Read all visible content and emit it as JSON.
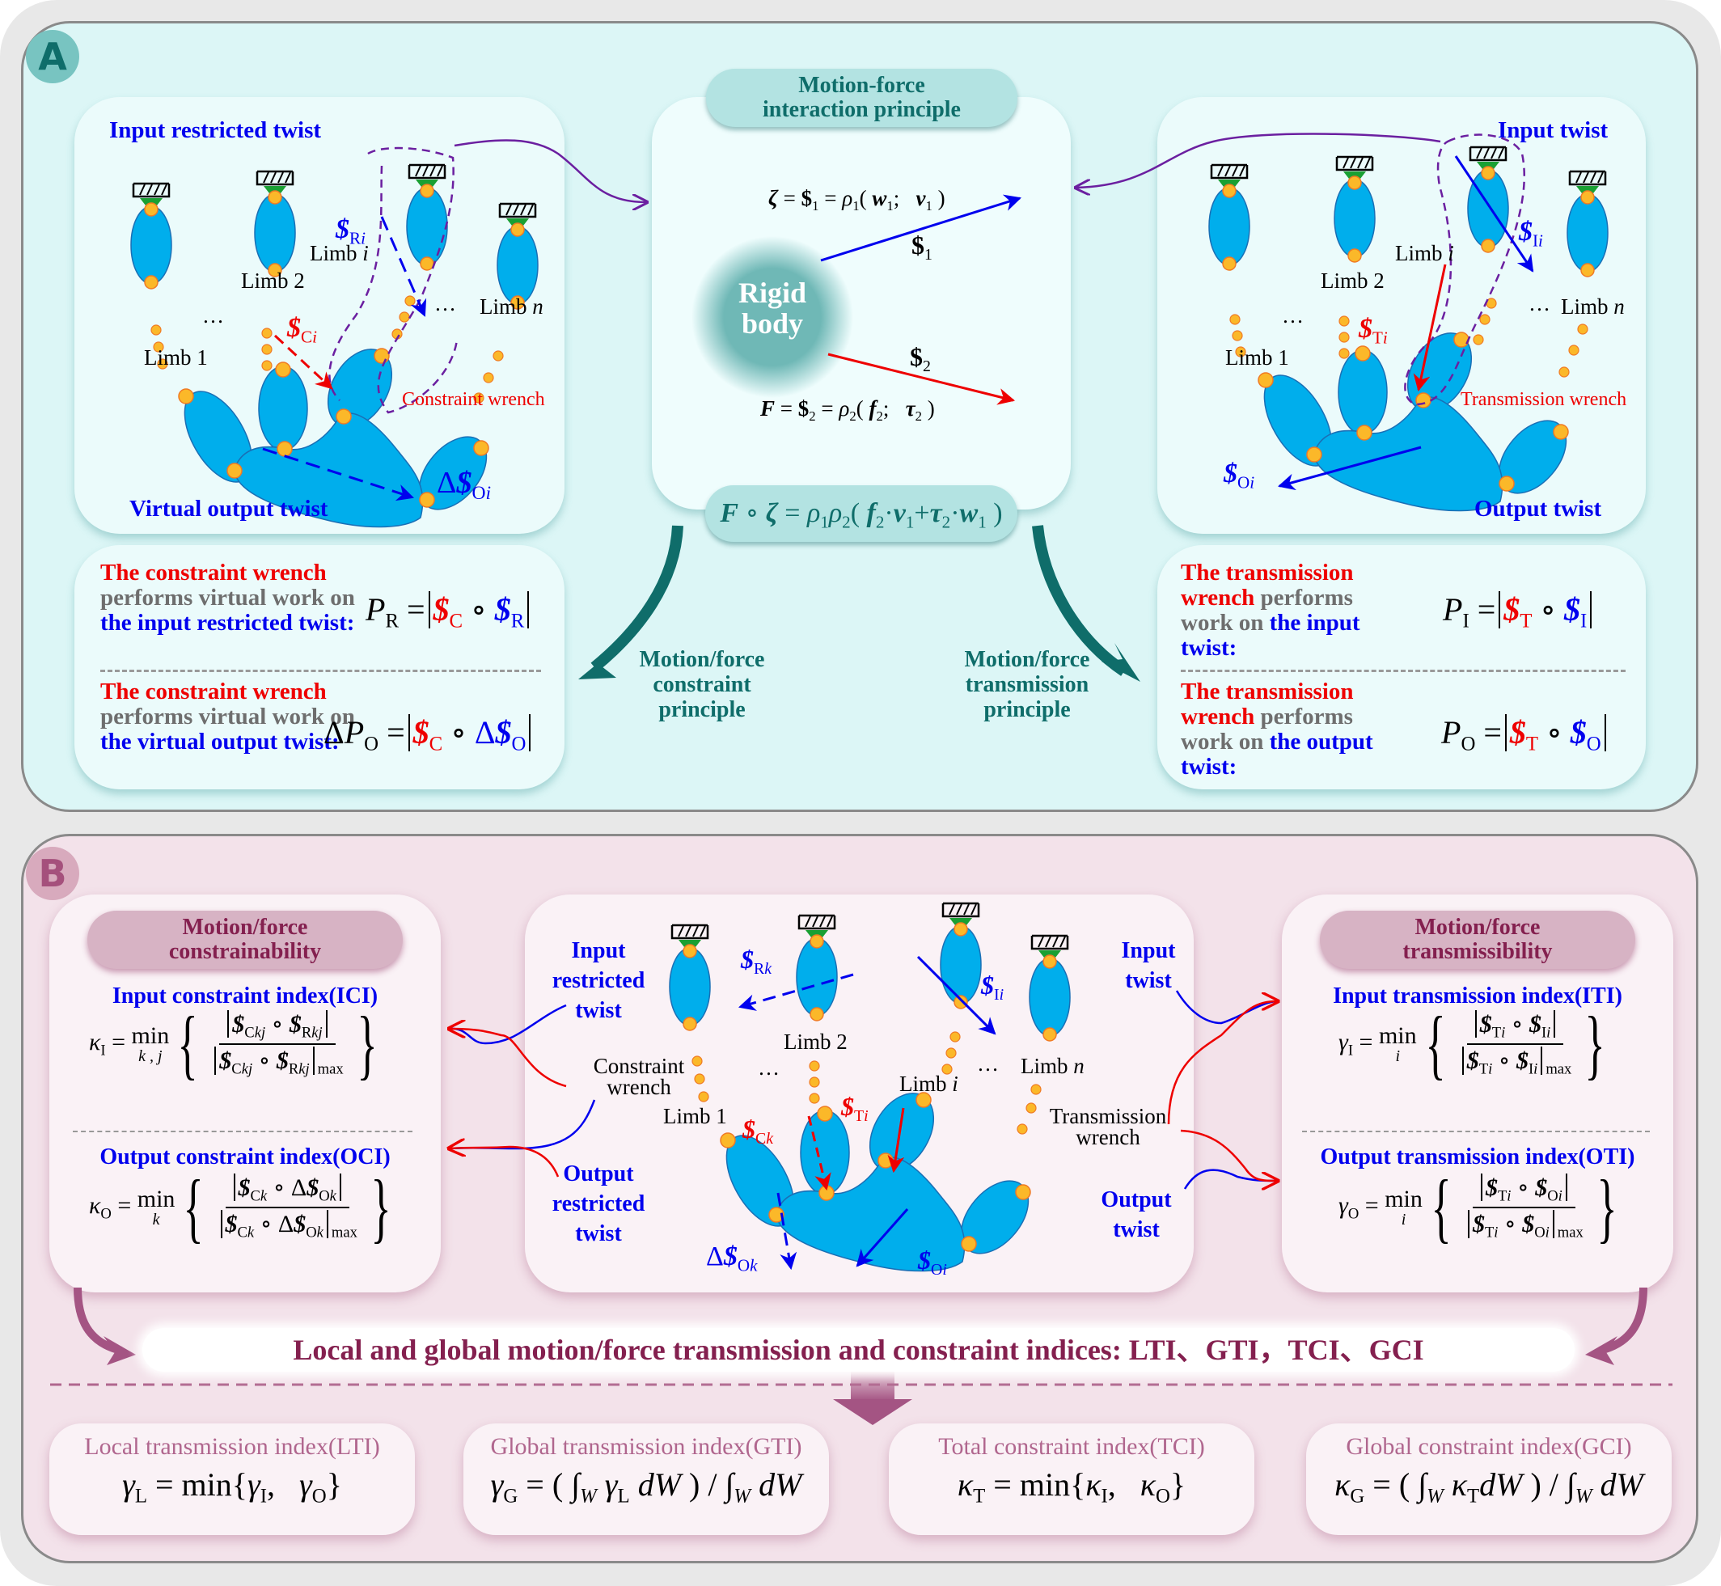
{
  "panels": {
    "A": {
      "badge": "A",
      "colors": {
        "accent": "#0f6d6a",
        "background": "#dcf6f6",
        "pill": "#b3e3e2"
      },
      "left_diagram": {
        "top_label": "Input restricted twist",
        "bottom_label": "Virtual output twist",
        "limbs": [
          "Limb 1",
          "Limb 2",
          "Limb i",
          "Limb n"
        ],
        "ellipsis": "…",
        "input_screw": "$Ri",
        "constraint_screw": "$Ci",
        "output_screw": "Δ$Oi",
        "wrench_label": "Constraint wrench"
      },
      "center": {
        "title_line1": "Motion-force",
        "title_line2": "interaction principle",
        "twist_eq": "ζ = $1 = ρ1(w1; v1)",
        "twist_arrow_label": "$1",
        "body_line1": "Rigid",
        "body_line2": "body",
        "wrench_arrow_label": "$2",
        "wrench_eq": "F = $2 = ρ2(f2; τ2)",
        "power_eq": "F ∘ ζ = ρ1ρ2(f2·v1 + τ2·w1)"
      },
      "right_diagram": {
        "top_label": "Input twist",
        "bottom_label": "Output twist",
        "limbs": [
          "Limb 1",
          "Limb 2",
          "Limb i",
          "Limb n"
        ],
        "ellipsis": "…",
        "input_screw": "$Ii",
        "transmission_screw": "$Ti",
        "output_screw": "$Oi",
        "wrench_label": "Transmission wrench"
      },
      "principles": {
        "left": [
          "Motion/force",
          "constraint",
          "principle"
        ],
        "right": [
          "Motion/force",
          "transmission",
          "principle"
        ]
      },
      "constraint_box": {
        "item1": {
          "red": "The constraint wrench",
          "gray": "performs virtual work on",
          "blue": "the input restricted twist:",
          "formula": "PR = |$C ∘ $R|"
        },
        "item2": {
          "red": "The constraint wrench",
          "gray": "performs virtual work on",
          "blue": "the virtual output twist:",
          "formula": "ΔPO = |$C ∘ Δ$O|"
        }
      },
      "transmission_box": {
        "item1": {
          "red": "The transmission wrench",
          "gray": "performs work on",
          "blue": "the input twist:",
          "formula": "PI = |$T ∘ $I|"
        },
        "item2": {
          "red": "The  transmission wrench",
          "gray": "performs work on",
          "blue": "the output twist:",
          "formula": "PO = |$T ∘ $O|"
        }
      }
    },
    "B": {
      "badge": "B",
      "colors": {
        "accent": "#84204f",
        "background": "#f3e2ea",
        "pill": "#d7b3c4"
      },
      "constrainability": {
        "title_line1": "Motion/force",
        "title_line2": "constrainability",
        "ici_label": "Input constraint index(ICI)",
        "ici_formula": "κI = min_{k,j} { |$Ckj ∘ $Rkj| / |$Ckj ∘ $Rkj|max }",
        "oci_label": "Output constraint index(OCI)",
        "oci_formula": "κO = min_k { |$Ck ∘ Δ$Ok| / |$Ck ∘ Δ$Ok|max }"
      },
      "center_diagram": {
        "left_labels": {
          "input_restricted": [
            "Input",
            "restricted",
            "twist"
          ],
          "constraint_wrench": [
            "Constraint",
            "wrench"
          ],
          "output_restricted": [
            "Output",
            "restricted",
            "twist"
          ]
        },
        "right_labels": {
          "input_twist": [
            "Input",
            "twist"
          ],
          "transmission_wrench": [
            "Transmission",
            "wrench"
          ],
          "output_twist": [
            "Output",
            "twist"
          ]
        },
        "limbs": [
          "Limb 1",
          "Limb 2",
          "Limb i",
          "Limb n"
        ],
        "ellipsis": "…",
        "screws": {
          "restricted_input": "$Rk",
          "input": "$Ii",
          "constraint": "$Ck",
          "transmission": "$Ti",
          "restricted_output": "Δ$Ok",
          "output": "$Oi"
        }
      },
      "transmissibility": {
        "title_line1": "Motion/force",
        "title_line2": "transmissibility",
        "iti_label": "Input transmission index(ITI)",
        "iti_formula": "γI = min_i { |$Ti ∘ $Ii| / |$Ti ∘ $Ii|max }",
        "oti_label": "Output transmission index(OTI)",
        "oti_formula": "γO = min_i { |$Ti ∘ $Oi| / |$Ti ∘ $Oi|max }"
      },
      "banner": "Local and global motion/force transmission and constraint indices: LTI、GTI，TCI、GCI",
      "indices": [
        {
          "title": "Local transmission index(LTI)",
          "formula": "γL = min{γI, γO}"
        },
        {
          "title": "Global transmission index(GTI)",
          "formula": "γG = (∫W γL dW) / ∫W dW"
        },
        {
          "title": "Total constraint index(TCI)",
          "formula": "κT = min{κI, κO}"
        },
        {
          "title": "Global constraint index(GCI)",
          "formula": "κG = (∫W κT dW) / ∫W dW"
        }
      ]
    }
  }
}
